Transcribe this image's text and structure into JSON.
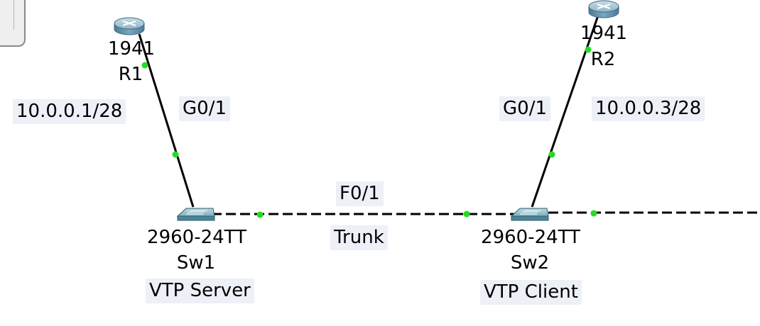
{
  "devices": {
    "r1": {
      "model": "1941",
      "name": "R1",
      "ip": "10.0.0.1/28",
      "port": "G0/1"
    },
    "r2": {
      "model": "1941",
      "name": "R2",
      "ip": "10.0.0.3/28",
      "port": "G0/1"
    },
    "sw1": {
      "model": "2960-24TT",
      "name": "Sw1",
      "role": "VTP Server"
    },
    "sw2": {
      "model": "2960-24TT",
      "name": "Sw2",
      "role": "VTP Client"
    }
  },
  "links": {
    "trunk": {
      "port": "F0/1",
      "type": "Trunk"
    }
  },
  "colors": {
    "router": "#5f8fab",
    "switch": "#6aa1b4",
    "link": "#000000",
    "port_up": "#22dd22",
    "label_bg": "#eef0f8"
  }
}
